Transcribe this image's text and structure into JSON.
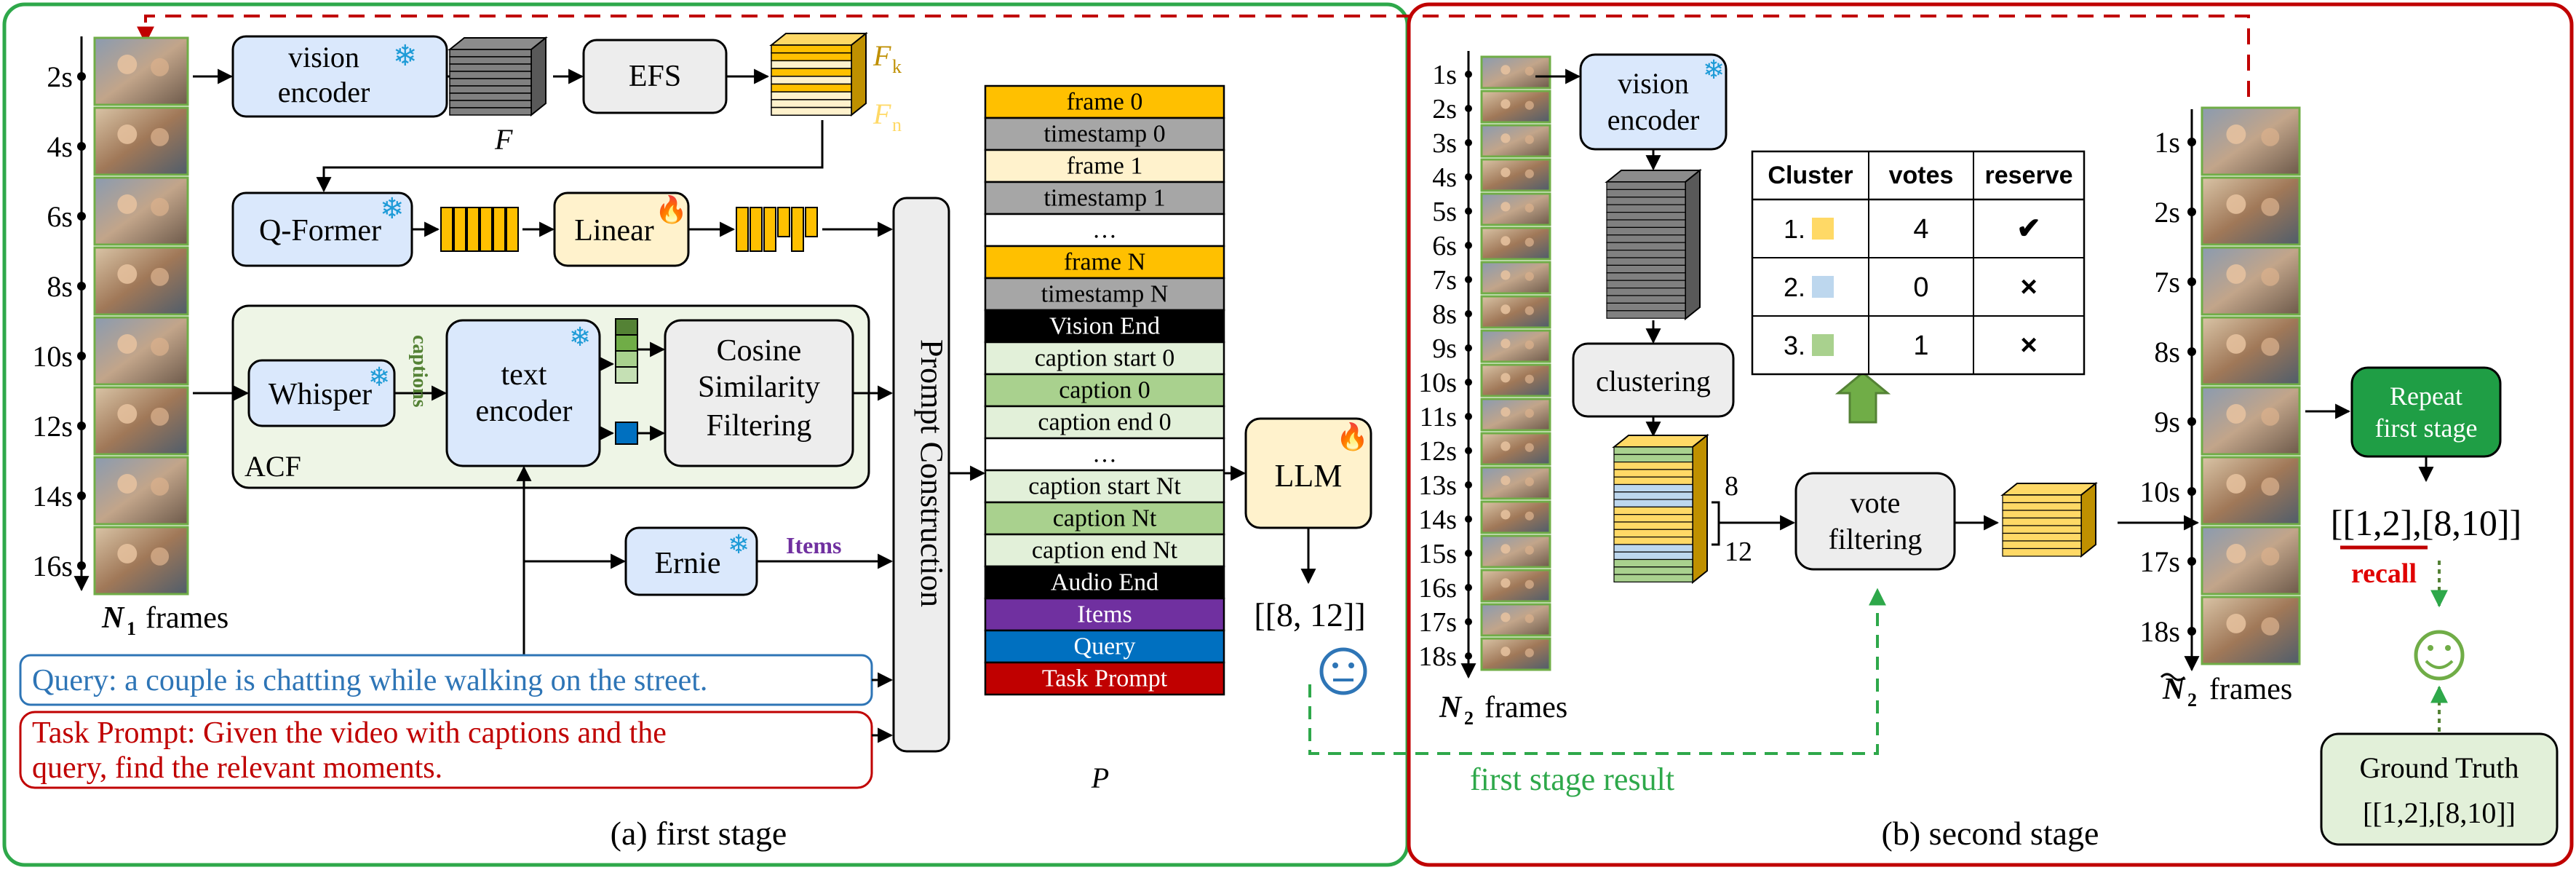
{
  "first_stage": {
    "caption": "(a) first stage",
    "timeline": [
      "2s",
      "4s",
      "6s",
      "8s",
      "10s",
      "12s",
      "14s",
      "16s"
    ],
    "n1_label": "frames",
    "n1_symbol": "N",
    "n1_sub": "1",
    "vision_encoder": [
      "vision",
      "encoder"
    ],
    "efs": "EFS",
    "f_label": "F",
    "fk_label": "F",
    "fk_sub": "k",
    "fn_label": "F",
    "fn_sub": "n",
    "qformer": "Q-Former",
    "linear": "Linear",
    "acf_label": "ACF",
    "whisper": "Whisper",
    "captions_tag": "captions",
    "text_encoder": [
      "text",
      "encoder"
    ],
    "cosine": [
      "Cosine",
      "Similarity",
      "Filtering"
    ],
    "ernie": "Ernie",
    "items_tag": "Items",
    "query": "Query: a couple is chatting while walking on the street.",
    "task_prompt": [
      "Task Prompt: Given the video with captions and the",
      "query, find the relevant moments."
    ],
    "prompt_construction": "Prompt Construction",
    "llm": "LLM",
    "llm_output": "[[8, 12]]",
    "p_label": "P"
  },
  "prompt_stack": [
    {
      "text": "frame 0",
      "kind": "frame"
    },
    {
      "text": "timestamp 0",
      "kind": "timestamp"
    },
    {
      "text": "frame 1",
      "kind": "frame_light"
    },
    {
      "text": "timestamp 1",
      "kind": "timestamp"
    },
    {
      "text": "…",
      "kind": "blank"
    },
    {
      "text": "frame N",
      "kind": "frame"
    },
    {
      "text": "timestamp N",
      "kind": "timestamp"
    },
    {
      "text": "Vision End",
      "kind": "end"
    },
    {
      "text": "caption start 0",
      "kind": "cap_light"
    },
    {
      "text": "caption 0",
      "kind": "cap"
    },
    {
      "text": "caption end 0",
      "kind": "cap_light"
    },
    {
      "text": "…",
      "kind": "blank"
    },
    {
      "text": "caption start Nt",
      "kind": "cap_light"
    },
    {
      "text": "caption Nt",
      "kind": "cap"
    },
    {
      "text": "caption end Nt",
      "kind": "cap_light"
    },
    {
      "text": "Audio End",
      "kind": "end"
    },
    {
      "text": "Items",
      "kind": "items"
    },
    {
      "text": "Query",
      "kind": "query"
    },
    {
      "text": "Task Prompt",
      "kind": "task"
    }
  ],
  "second_stage": {
    "caption": "(b) second stage",
    "timeline": [
      "1s",
      "2s",
      "3s",
      "4s",
      "5s",
      "6s",
      "7s",
      "8s",
      "9s",
      "10s",
      "11s",
      "12s",
      "13s",
      "14s",
      "15s",
      "16s",
      "17s",
      "18s"
    ],
    "n2_label": "frames",
    "n2_symbol": "N",
    "n2_sub": "2",
    "vision_encoder": [
      "vision",
      "encoder"
    ],
    "clustering": "clustering",
    "brace_top": "8",
    "brace_bottom": "12",
    "vote_filtering": [
      "vote",
      "filtering"
    ],
    "table": {
      "headers": [
        "Cluster",
        "votes",
        "reserve"
      ],
      "rows": [
        {
          "cluster": "1.",
          "color": "#ffd966",
          "votes": "4",
          "reserve": "✔"
        },
        {
          "cluster": "2.",
          "color": "#bdd7ee",
          "votes": "0",
          "reserve": "×"
        },
        {
          "cluster": "3.",
          "color": "#a9d18e",
          "votes": "1",
          "reserve": "×"
        }
      ]
    },
    "selected_timeline": [
      "1s",
      "2s",
      "7s",
      "8s",
      "9s",
      "10s",
      "17s",
      "18s"
    ],
    "n2t_label": "frames",
    "n2t_symbol": "N",
    "n2t_sub": "2",
    "repeat": [
      "Repeat",
      "first stage"
    ],
    "result": "[[1,2],[8,10]]",
    "recall": "recall",
    "ground_truth": [
      "Ground Truth",
      "[[1,2],[8,10]]"
    ],
    "first_stage_result": "first stage result"
  },
  "colors": {
    "first_border": "#2ea84a",
    "second_border": "#c00000",
    "frame": "#ffc000",
    "frame_light": "#fff2cc",
    "timestamp": "#a6a6a6",
    "end": "#000000",
    "cap": "#a9d18e",
    "cap_light": "#e2f0d9",
    "items": "#7030a0",
    "query": "#0070c0",
    "task": "#c00000",
    "enc_fill": "#dae8fc",
    "box_fill": "#ededed",
    "linear_fill": "#fff2cc",
    "repeat_fill": "#1f9e45",
    "gt_fill": "#e2f0d9",
    "query_text": "#2e75b6",
    "task_text": "#c00000",
    "items_text": "#7030a0",
    "captions_text": "#548235",
    "dashed_green": "#2ea84a",
    "dashed_red": "#c00000"
  },
  "icons": [
    "snowflake-icon",
    "flame-icon",
    "neutral-face-icon",
    "smile-face-icon",
    "up-arrow-icon",
    "check-icon",
    "cross-icon"
  ]
}
